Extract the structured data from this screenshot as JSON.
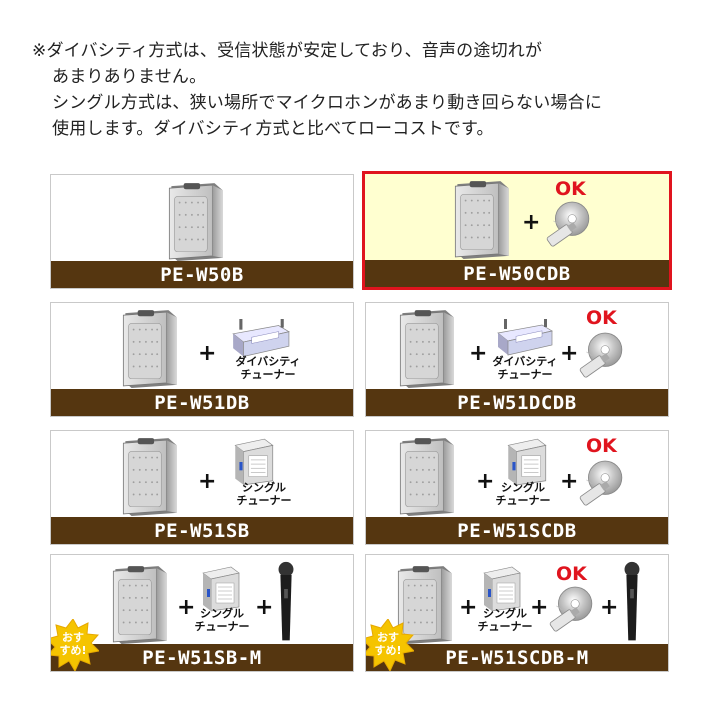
{
  "note": {
    "line1": "※ダイバシティ方式は、受信状態が安定しており、音声の途切れが",
    "line2": "あまりありません。",
    "line3": "シングル方式は、狭い場所でマイクロホンがあまり動き回らない場合に",
    "line4": "使用します。ダイバシティ方式と比べてローコストです。"
  },
  "labels": {
    "ok": "OK",
    "plus": "+",
    "diversity_tuner": "ダイバシティ\nチューナー",
    "single_tuner": "シングル\nチューナー",
    "recommend": "おす\nすめ!"
  },
  "products": [
    {
      "model": "PE-W50B"
    },
    {
      "model": "PE-W50CDB",
      "selected": true
    },
    {
      "model": "PE-W51DB"
    },
    {
      "model": "PE-W51DCDB"
    },
    {
      "model": "PE-W51SB"
    },
    {
      "model": "PE-W51SCDB"
    },
    {
      "model": "PE-W51SB-M"
    },
    {
      "model": "PE-W51SCDB-M"
    }
  ],
  "colors": {
    "bar": "#553610",
    "selected_border": "#e0141e",
    "selected_bg": "#ffffd0",
    "ok": "#e0141e",
    "badge": "#f5c400"
  }
}
